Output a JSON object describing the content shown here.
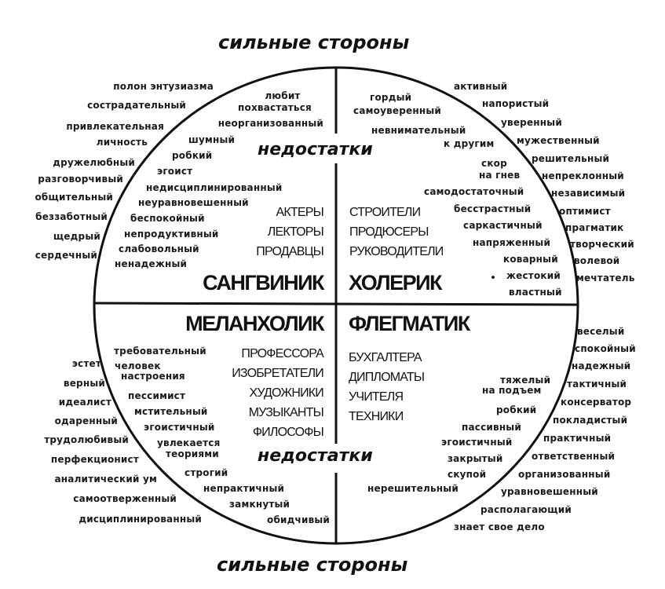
{
  "headings": {
    "top": "сильные стороны",
    "bottom": "сильные стороны",
    "weaknesses_top": "недостатки",
    "weaknesses_bottom": "недостатки"
  },
  "quadrants": {
    "sanguine": {
      "name": "САНГВИНИК",
      "professions": [
        "АКТЕРЫ",
        "ЛЕКТОРЫ",
        "ПРОДАВЦЫ"
      ],
      "strengths": [
        "полон энтузиазма",
        "сострадательный",
        "привлекательная",
        "личность",
        "дружелюбный",
        "разговорчивый",
        "общительный",
        "беззаботный",
        "щедрый",
        "сердечный"
      ],
      "weaknesses": [
        "любит",
        "похвастаться",
        "неорганизованный",
        "шумный",
        "робкий",
        "эгоист",
        "недисциплинированный",
        "неуравновешенный",
        "беспокойный",
        "непродуктивный",
        "слабовольный",
        "ненадежный"
      ]
    },
    "choleric": {
      "name": "ХОЛЕРИК",
      "professions": [
        "СТРОИТЕЛИ",
        "ПРОДЮСЕРЫ",
        "РУКОВОДИТЕЛИ"
      ],
      "strengths": [
        "активный",
        "напористый",
        "уверенный",
        "мужественный",
        "решительный",
        "непреклонный",
        "независимый",
        "оптимист",
        "прагматик",
        "творческий",
        "волевой",
        "мечтатель"
      ],
      "weaknesses": [
        "гордый",
        "самоуверенный",
        "невнимательный",
        "к другим",
        "скор",
        "на гнев",
        "самодостаточный",
        "бесстрастный",
        "саркастичный",
        "напряженный",
        "коварный",
        "жестокий",
        "властный"
      ]
    },
    "melancholic": {
      "name": "МЕЛАНХОЛИК",
      "professions": [
        "ПРОФЕССОРА",
        "ИЗОБРЕТАТЕЛИ",
        "ХУДОЖНИКИ",
        "МУЗЫКАНТЫ",
        "ФИЛОСОФЫ"
      ],
      "strengths": [
        "эстет",
        "верный",
        "идеалист",
        "одаренный",
        "трудолюбивый",
        "перфекционист",
        "аналитический ум",
        "самоотверженный",
        "дисциплинированный"
      ],
      "weaknesses": [
        "требовательный",
        "человек",
        "настроения",
        "пессимист",
        "мстительный",
        "эгоистичный",
        "увлекается",
        "теориями",
        "строгий",
        "непрактичный",
        "замкнутый",
        "обидчивый"
      ]
    },
    "phlegmatic": {
      "name": "ФЛЕГМАТИК",
      "professions": [
        "БУХГАЛТЕРА",
        "ДИПЛОМАТЫ",
        "УЧИТЕЛЯ",
        "ТЕХНИКИ"
      ],
      "strengths": [
        "веселый",
        "спокойный",
        "надежный",
        "тактичный",
        "консерватор",
        "покладистый",
        "практичный",
        "ответственный",
        "организованный",
        "уравновешенный",
        "располагающий",
        "знает свое дело"
      ],
      "weaknesses": [
        "тяжелый",
        "на подъем",
        "робкий",
        "пассивный",
        "эгоистичный",
        "закрытый",
        "скупой",
        "нерешительный"
      ]
    }
  },
  "colors": {
    "ink": "#111111",
    "background": "#ffffff"
  }
}
